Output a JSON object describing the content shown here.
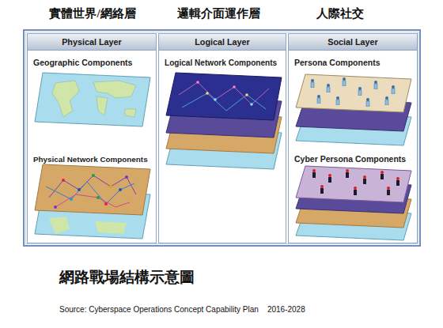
{
  "diagram": {
    "caption": "網路戰場結構示意圖",
    "nodes": [
      {
        "text": [
          "Physical Layer"
        ]
      },
      {
        "text": [
          "Geographic Components"
        ],
        "in": 0
      },
      {
        "text": [
          "Physical Network Components"
        ],
        "in": 0
      },
      {
        "text": [
          "Logical Layer"
        ]
      },
      {
        "text": [
          "Logical Network Components"
        ],
        "in": 3
      },
      {
        "text": [
          "Social Layer"
        ]
      },
      {
        "text": [
          "Persona Components"
        ],
        "in": 5
      },
      {
        "text": [
          "Cyber Persona Components"
        ],
        "in": 5
      }
    ],
    "labels": [
      "實體世界/網絡層",
      "邏輯介面運作層",
      "人際社交",
      "Source: Cyberspace Operations Concept Capability Plan    2016-2028"
    ]
  }
}
